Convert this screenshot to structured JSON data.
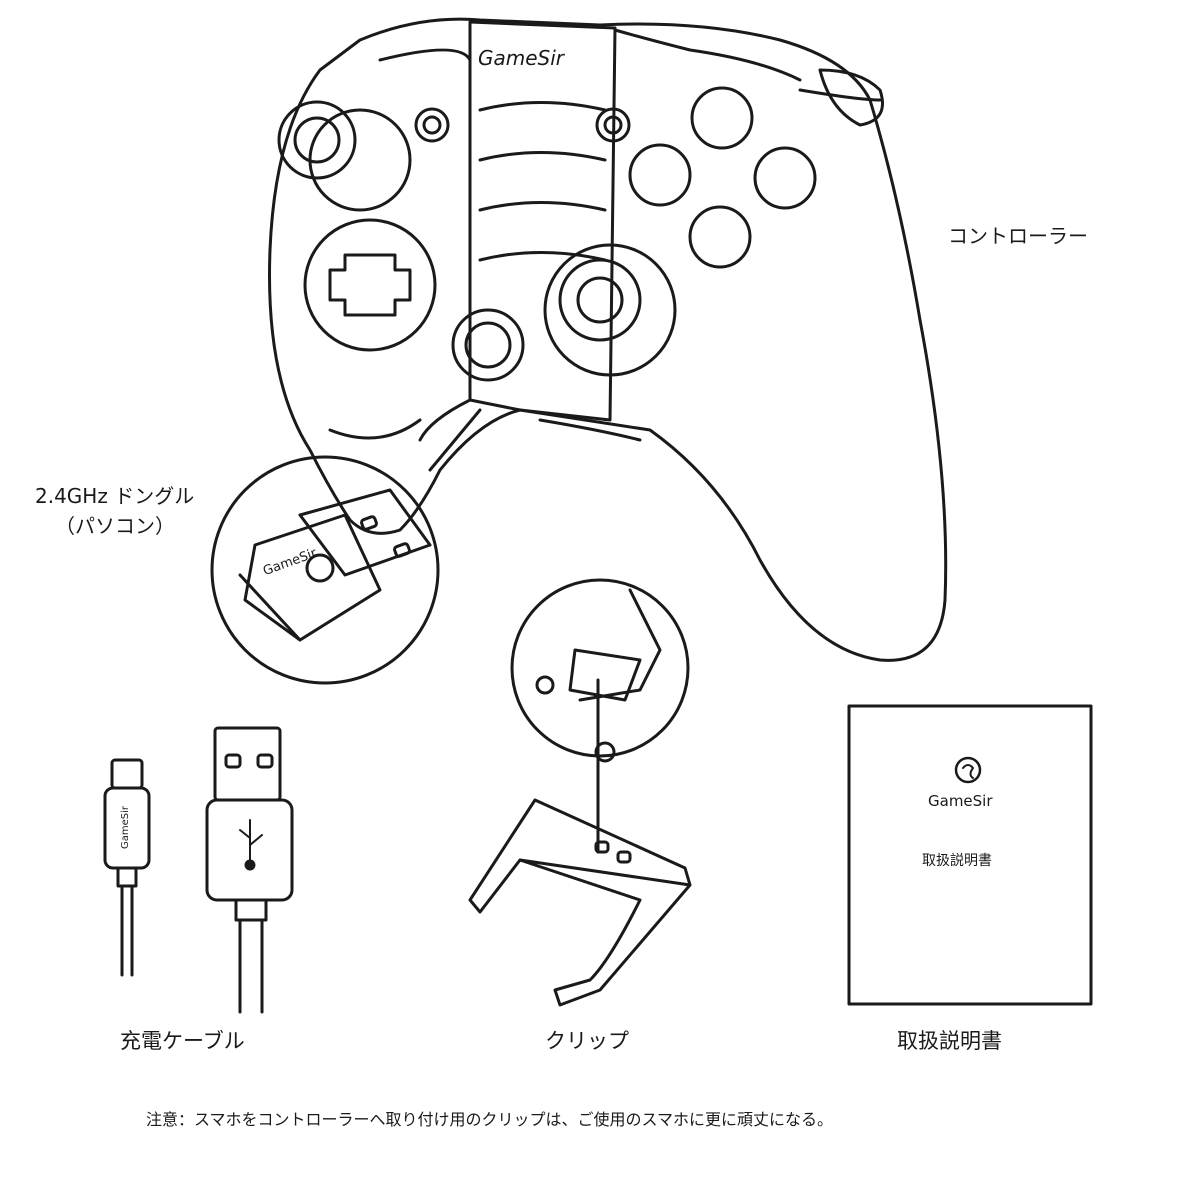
{
  "labels": {
    "controller": "コントローラー",
    "dongle_line1": "2.4GHz ドングル",
    "dongle_line2": "（パソコン）",
    "cable": "充電ケーブル",
    "clip": "クリップ",
    "manual": "取扱説明書"
  },
  "brand": "GameSir",
  "manual_cover": {
    "brand": "GameSir",
    "title": "取扱説明書"
  },
  "note": "注意：スマホをコントローラーへ取り付け用のクリップは、ご使用のスマホに更に頑丈になる。",
  "colors": {
    "line": "#1a1a1a",
    "background": "#ffffff"
  }
}
